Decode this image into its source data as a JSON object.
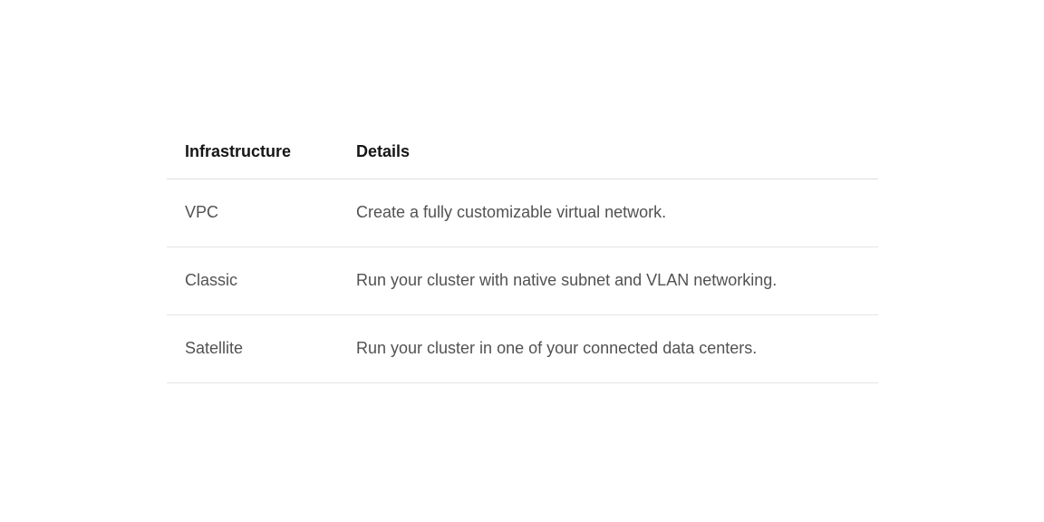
{
  "table": {
    "columns": [
      {
        "label": "Infrastructure"
      },
      {
        "label": "Details"
      }
    ],
    "rows": [
      {
        "infrastructure": "VPC",
        "details": "Create a fully customizable virtual network."
      },
      {
        "infrastructure": "Classic",
        "details": "Run your cluster with native subnet and VLAN networking."
      },
      {
        "infrastructure": "Satellite",
        "details": "Run your cluster in one of your connected data centers."
      }
    ]
  },
  "colors": {
    "background": "#ffffff",
    "header_text": "#161616",
    "body_text": "#525252",
    "divider": "#e0e0e0"
  }
}
